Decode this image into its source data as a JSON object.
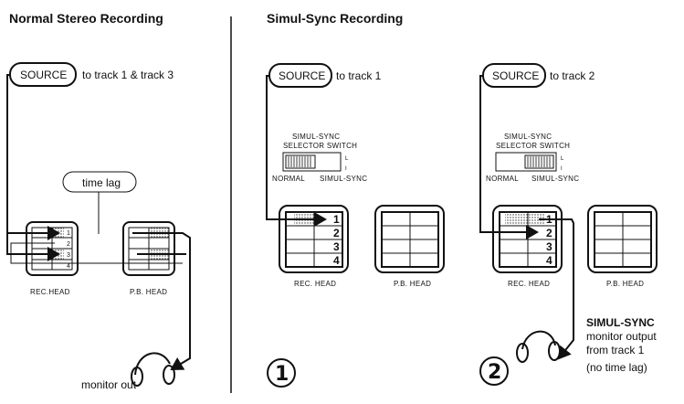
{
  "panels": {
    "left_title": "Normal Stereo Recording",
    "right_title": "Simul-Sync Recording"
  },
  "left": {
    "source_label": "SOURCE",
    "source_dest": "to track 1 & track 3",
    "time_lag": "time lag",
    "rec_head": "REC.HEAD",
    "pb_head": "P.B. HEAD",
    "monitor": "monitor out",
    "track_numbers": [
      "1",
      "2",
      "3",
      "4"
    ]
  },
  "middle": {
    "source_label": "SOURCE",
    "source_dest": "to track 1",
    "switch_title_1": "SIMUL-SYNC",
    "switch_title_2": "SELECTOR SWITCH",
    "switch_left": "NORMAL",
    "switch_right": "SIMUL-SYNC",
    "switch_l": "L",
    "switch_r": "I",
    "rec_head": "REC. HEAD",
    "pb_head": "P.B. HEAD",
    "track_numbers": [
      "1",
      "2",
      "3",
      "4"
    ],
    "step": "1"
  },
  "right": {
    "source_label": "SOURCE",
    "source_dest": "to track 2",
    "switch_title_1": "SIMUL-SYNC",
    "switch_title_2": "SELECTOR SWITCH",
    "switch_left": "NORMAL",
    "switch_right": "SIMUL-SYNC",
    "switch_l": "L",
    "switch_r": "I",
    "rec_head": "REC. HEAD",
    "pb_head": "P.B. HEAD",
    "track_numbers": [
      "1",
      "2",
      "3",
      "4"
    ],
    "step": "2",
    "note_1": "SIMUL-SYNC",
    "note_2": "monitor output",
    "note_3": "from track 1",
    "note_4": "(no time lag)"
  }
}
